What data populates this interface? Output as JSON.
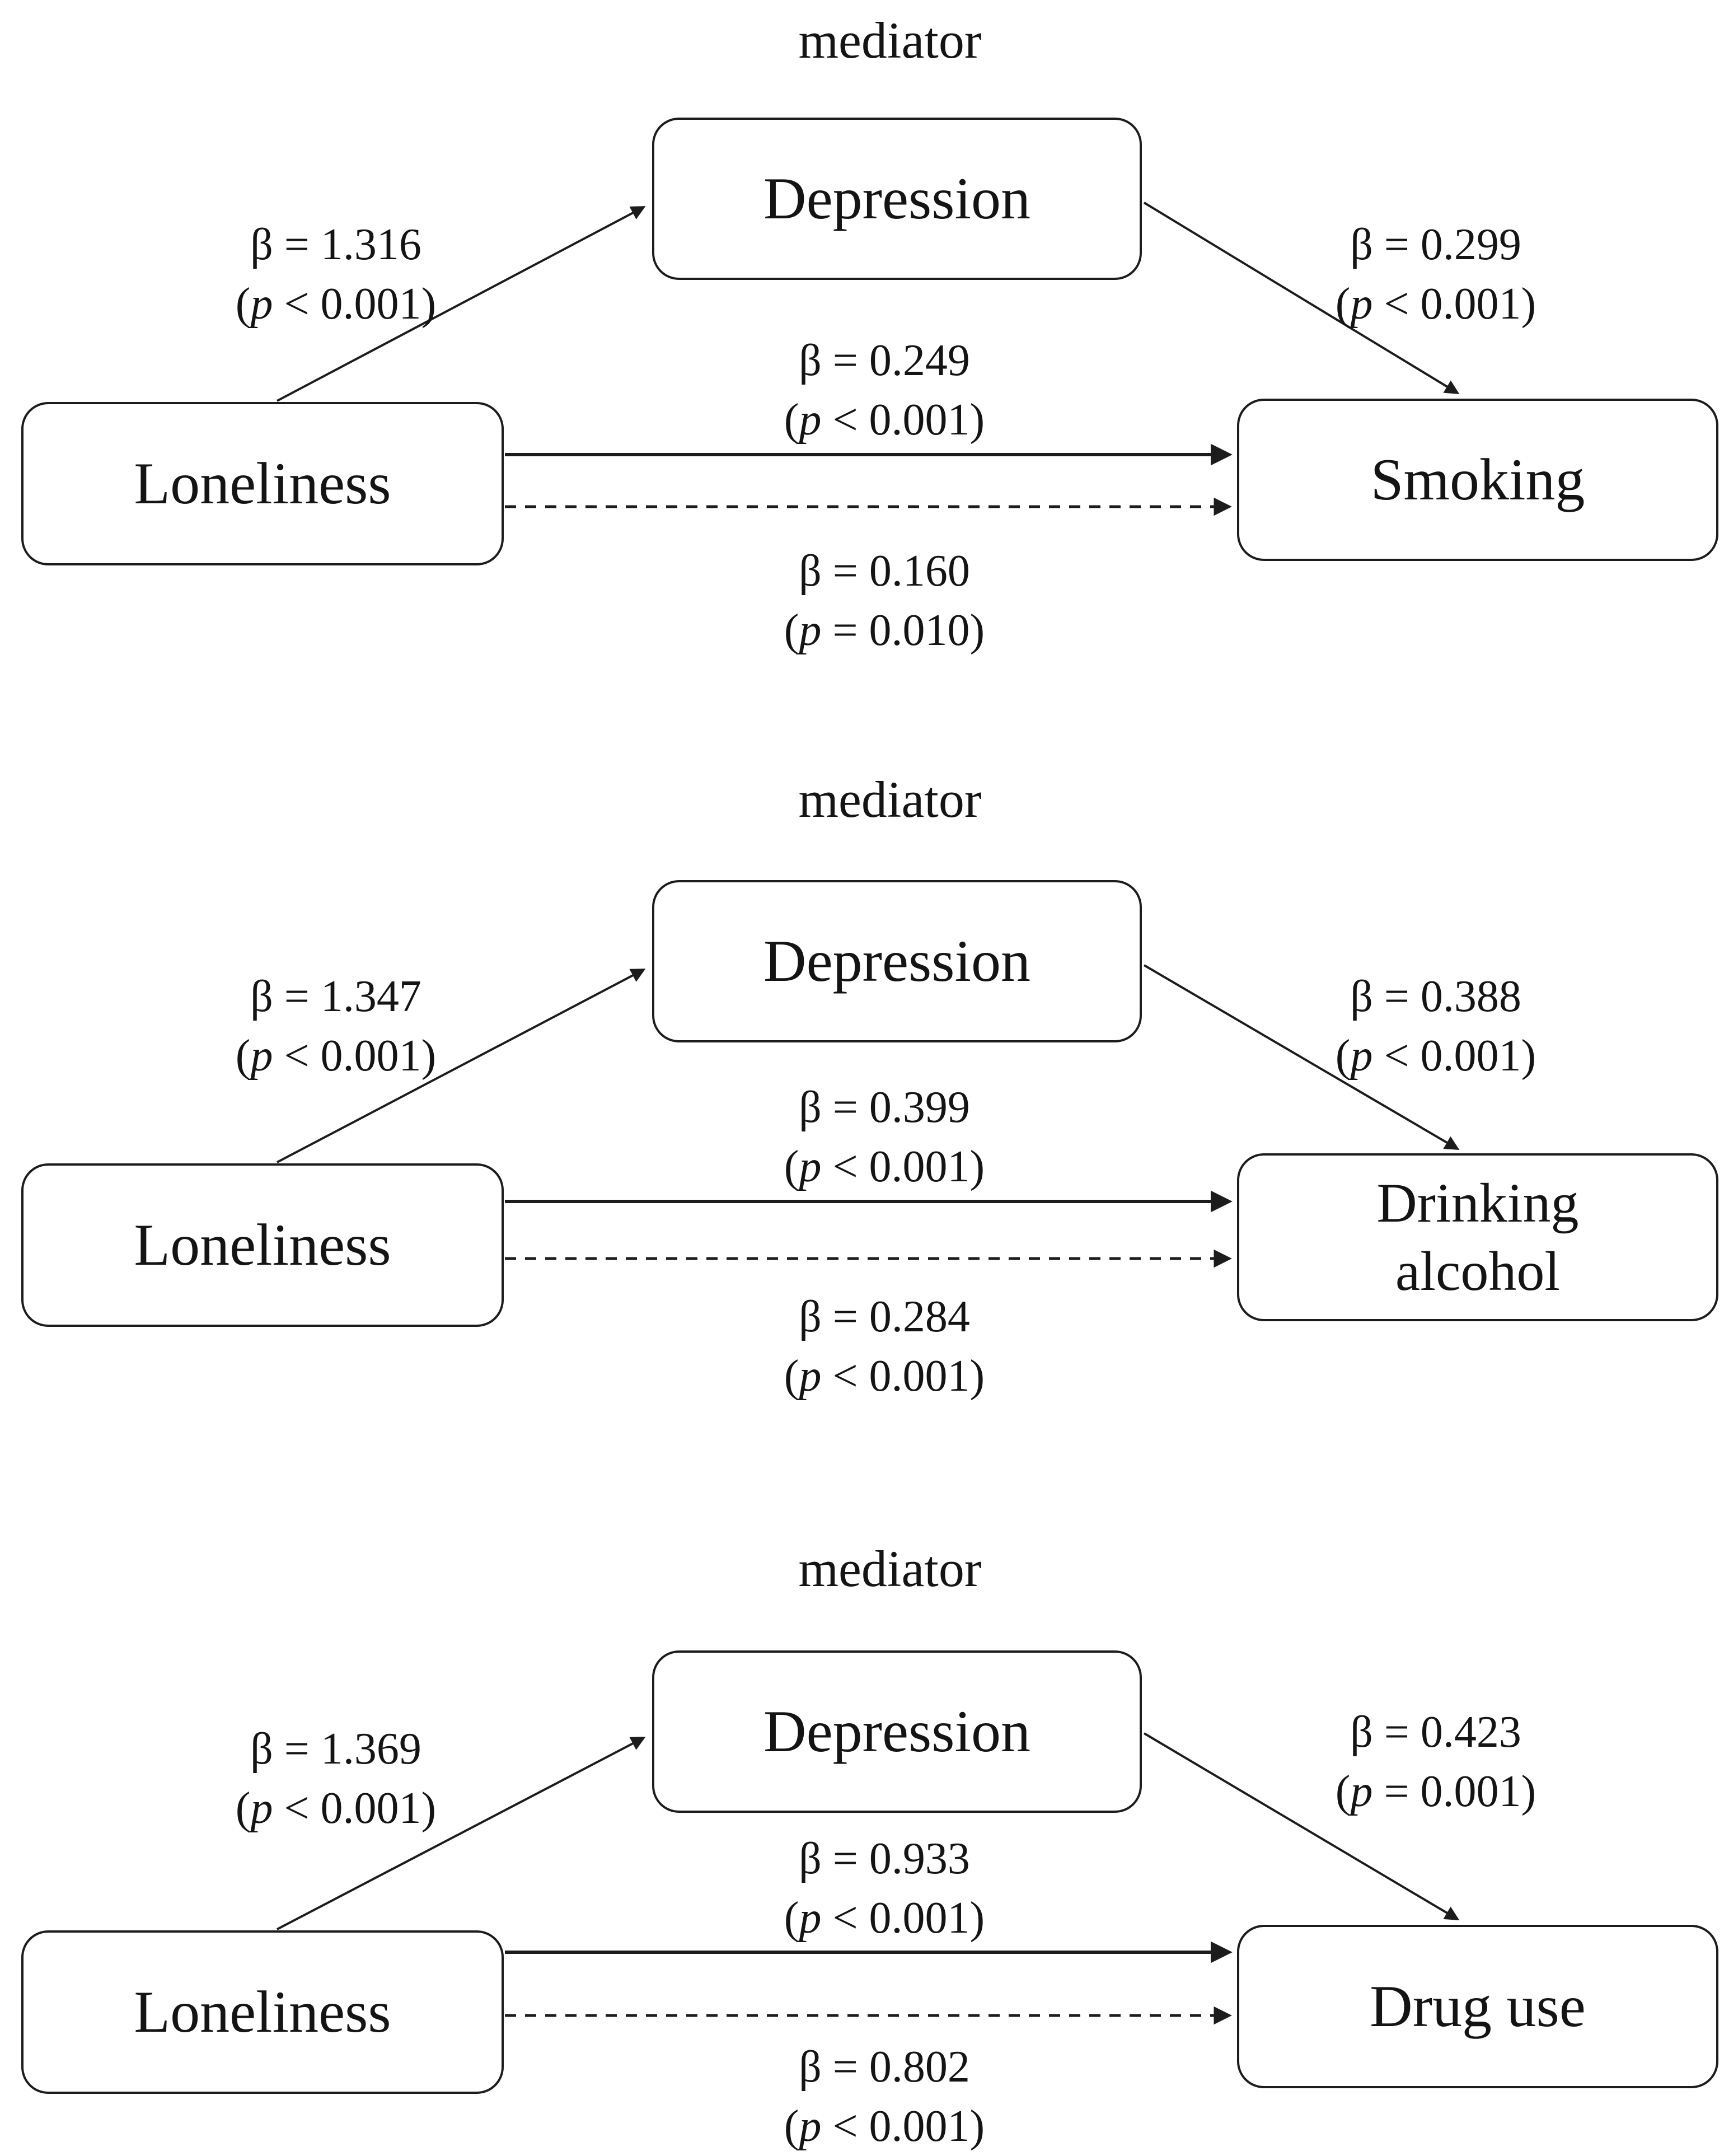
{
  "figure": {
    "mediator_caption": "mediator",
    "models": [
      {
        "nodes": {
          "source": "Loneliness",
          "mediator": "Depression",
          "outcome_lines": [
            "Smoking"
          ]
        },
        "paths": {
          "a": {
            "beta": "β = 1.316",
            "p": {
              "open": "(",
              "var": "p",
              "rest": " < 0.001)"
            }
          },
          "b": {
            "beta": "β = 0.299",
            "p": {
              "open": "(",
              "var": "p",
              "rest": " < 0.001)"
            }
          },
          "direct": {
            "beta": "β = 0.249",
            "p": {
              "open": "(",
              "var": "p",
              "rest": " < 0.001)"
            }
          },
          "total": {
            "beta": "β = 0.160",
            "p": {
              "open": "(",
              "var": "p",
              "rest": " = 0.010)"
            }
          }
        }
      },
      {
        "nodes": {
          "source": "Loneliness",
          "mediator": "Depression",
          "outcome_lines": [
            "Drinking",
            "alcohol"
          ]
        },
        "paths": {
          "a": {
            "beta": "β = 1.347",
            "p": {
              "open": "(",
              "var": "p",
              "rest": " < 0.001)"
            }
          },
          "b": {
            "beta": "β = 0.388",
            "p": {
              "open": "(",
              "var": "p",
              "rest": " < 0.001)"
            }
          },
          "direct": {
            "beta": "β = 0.399",
            "p": {
              "open": "(",
              "var": "p",
              "rest": " < 0.001)"
            }
          },
          "total": {
            "beta": "β = 0.284",
            "p": {
              "open": "(",
              "var": "p",
              "rest": " < 0.001)"
            }
          }
        }
      },
      {
        "nodes": {
          "source": "Loneliness",
          "mediator": "Depression",
          "outcome_lines": [
            "Drug use"
          ]
        },
        "paths": {
          "a": {
            "beta": "β = 1.369",
            "p": {
              "open": "(",
              "var": "p",
              "rest": " < 0.001)"
            }
          },
          "b": {
            "beta": "β = 0.423",
            "p": {
              "open": "(",
              "var": "p",
              "rest": " = 0.001)"
            }
          },
          "direct": {
            "beta": "β = 0.933",
            "p": {
              "open": "(",
              "var": "p",
              "rest": " < 0.001)"
            }
          },
          "total": {
            "beta": "β = 0.802",
            "p": {
              "open": "(",
              "var": "p",
              "rest": " < 0.001)"
            }
          }
        }
      }
    ]
  }
}
